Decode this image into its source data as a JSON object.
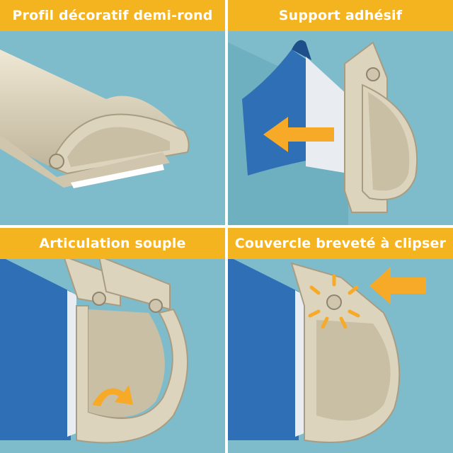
{
  "panels": [
    {
      "title": "Profil décoratif demi-rond"
    },
    {
      "title": "Support adhésif"
    },
    {
      "title": "Articulation souple"
    },
    {
      "title": "Couvercle breveté à clipser"
    }
  ],
  "colors": {
    "background": "#7fbccb",
    "banner": "#f4b41f",
    "profile": "#ddd4bd",
    "tape": "#2f6fb5",
    "arrow": "#f7a928"
  }
}
